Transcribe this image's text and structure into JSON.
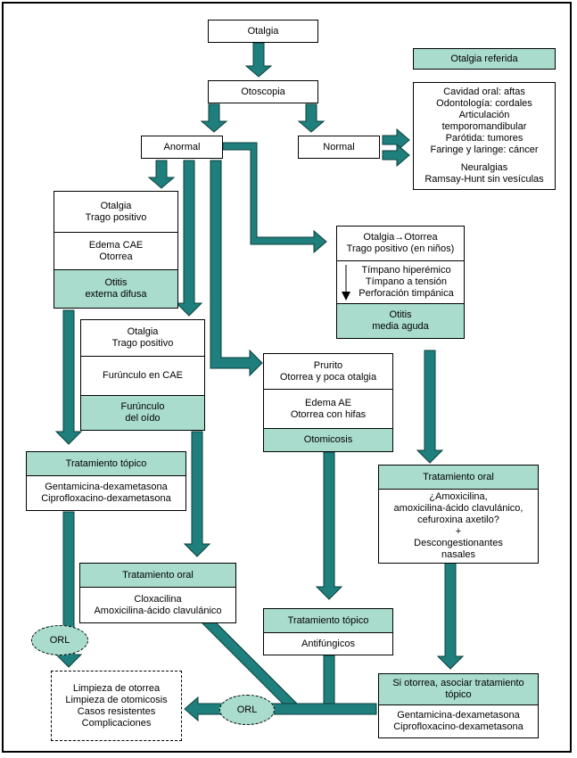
{
  "otalgia": "Otalgia",
  "otalgia_referida": "Otalgia referida",
  "otoscopia": "Otoscopia",
  "anormal": "Anormal",
  "normal": "Normal",
  "referida_causas": [
    "Cavidad oral: aftas",
    "Odontología: cordales",
    "Articulación",
    "temporomandibular",
    "Parótida: tumores",
    "Faringe y laringe: cáncer",
    "",
    "Neuralgias",
    "Ramsay-Hunt sin vesículas"
  ],
  "oed": {
    "sintomas": "Otalgia\nTrago positivo",
    "signos": "Edema CAE\nOtorrea",
    "diagnostico": "Otitis\nexterna difusa"
  },
  "furunculo": {
    "sintomas": "Otalgia\nTrago positivo",
    "signos": "Furúnculo en CAE",
    "diagnostico": "Furúnculo\ndel oído"
  },
  "oma": {
    "sintomas": "Otalgia→Otorrea\nTrago positivo (en niños)",
    "signos": [
      "Tímpano hiperémico",
      "Tímpano a tensión",
      "Perforación timpánica"
    ],
    "diagnostico": "Otitis\nmedia aguda"
  },
  "otomicosis": {
    "sintomas": "Prurito\nOtorrea y poca otalgia",
    "signos": "Edema AE\nOtorrea con hifas",
    "diagnostico": "Otomicosis"
  },
  "tratamiento_oed": {
    "titulo": "Tratamiento tópico",
    "contenido": "Gentamicina-dexametasona\nCiprofloxacino-dexametasona"
  },
  "tratamiento_furunculo": {
    "titulo": "Tratamiento oral",
    "contenido": "Cloxacilina\nAmoxicilina-ácido clavulánico"
  },
  "tratamiento_oma": {
    "titulo": "Tratamiento oral",
    "contenido": "¿Amoxicilina,\namoxicilina-ácido clavulánico,\ncefuroxina axetilo?\n+\nDescongestionantes\nnasales"
  },
  "tratamiento_otomicosis": {
    "titulo": "Tratamiento tópico",
    "contenido": "Antifúngicos"
  },
  "tratamiento_otorrea": {
    "titulo": "Si otorrea, asociar tratamiento\ntópico",
    "contenido": "Gentamicina-dexametasona\nCiprofloxacino-dexametasona"
  },
  "orl_1": "ORL",
  "orl_2": "ORL",
  "orl_acciones": "Limpieza de otorrea\nLimpieza de otomicosis\nCasos resistentes\nComplicaciones",
  "colors": {
    "teal_fill": "#a9dccd",
    "arrow": "#1f7f7c"
  }
}
